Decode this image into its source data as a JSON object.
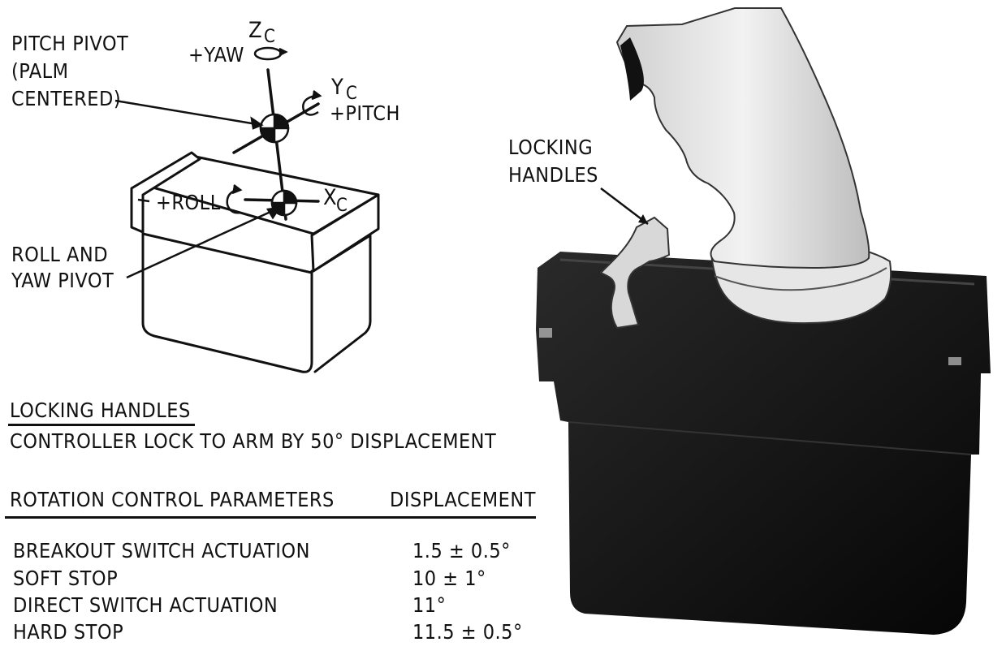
{
  "diagram": {
    "labels": {
      "pitch_pivot": [
        "PITCH PIVOT",
        "(PALM",
        "CENTERED)"
      ],
      "yaw_axis": "+YAW",
      "z_axis": "Z",
      "y_axis": "Y",
      "pitch_axis": "+PITCH",
      "roll_axis": "+ROLL",
      "x_axis": "X",
      "axis_subscript": "C",
      "roll_yaw_pivot": [
        "ROLL AND",
        "YAW PIVOT"
      ]
    }
  },
  "photo": {
    "callout": [
      "LOCKING",
      "HANDLES"
    ]
  },
  "locking_handles": {
    "heading": "LOCKING HANDLES",
    "description": "CONTROLLER LOCK TO ARM BY 50° DISPLACEMENT"
  },
  "parameters": {
    "header": {
      "parameter": "ROTATION CONTROL PARAMETERS",
      "value": "DISPLACEMENT"
    },
    "rows": [
      {
        "parameter": "BREAKOUT SWITCH ACTUATION",
        "value": "1.5 ± 0.5°"
      },
      {
        "parameter": "SOFT STOP",
        "value": "10 ± 1°"
      },
      {
        "parameter": "DIRECT SWITCH ACTUATION",
        "value": "11°"
      },
      {
        "parameter": "HARD STOP",
        "value": "11.5 ± 0.5°"
      }
    ]
  }
}
